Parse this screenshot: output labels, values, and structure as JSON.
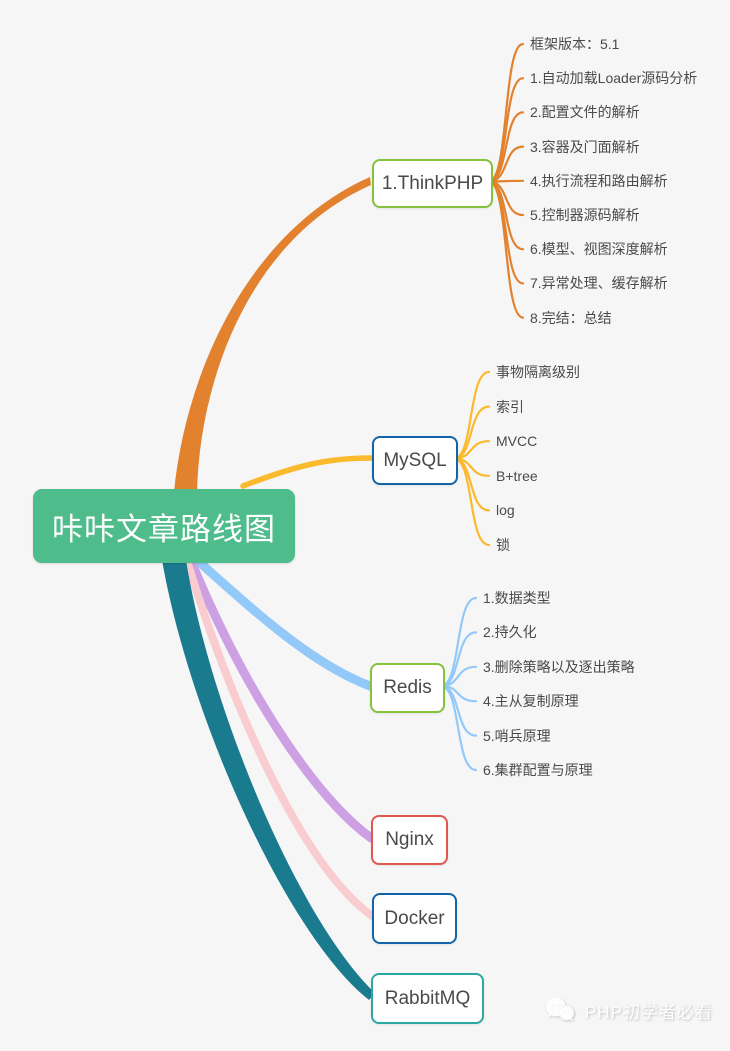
{
  "root": {
    "label": "咔咔文章路线图"
  },
  "branches": [
    {
      "id": "thinkphp",
      "label": "1.ThinkPHP",
      "branch_color": "#e2822e",
      "border_color": "#86c23d",
      "children": [
        "框架版本：5.1",
        "1.自动加载Loader源码分析",
        "2.配置文件的解析",
        "3.容器及门面解析",
        "4.执行流程和路由解析",
        "5.控制器源码解析",
        "6.模型、视图深度解析",
        "7.异常处理、缓存解析",
        "8.完结：总结"
      ]
    },
    {
      "id": "mysql",
      "label": "MySQL",
      "branch_color": "#fbb92c",
      "border_color": "#1365a7",
      "children": [
        "事物隔离级别",
        "索引",
        "MVCC",
        "B+tree",
        "log",
        "锁"
      ]
    },
    {
      "id": "redis",
      "label": "Redis",
      "branch_color": "#93c9f8",
      "border_color": "#86c23d",
      "children": [
        "1.数据类型",
        "2.持久化",
        "3.删除策略以及逐出策略",
        "4.主从复制原理",
        "5.哨兵原理",
        "6.集群配置与原理"
      ]
    },
    {
      "id": "nginx",
      "label": "Nginx",
      "branch_color": "#cda0e4",
      "border_color": "#e2574c",
      "children": []
    },
    {
      "id": "docker",
      "label": "Docker",
      "branch_color": "#f9cdd0",
      "border_color": "#1365a7",
      "children": []
    },
    {
      "id": "rabbitmq",
      "label": "RabbitMQ",
      "branch_color": "#1a7a8e",
      "border_color": "#2ba8a2",
      "children": []
    }
  ],
  "watermark": {
    "label": "PHP初学者必看",
    "icon": "wechat-icon"
  },
  "colors": {
    "background": "#f6f6f7",
    "root_bg": "#4ebd8b",
    "root_text": "#ffffff",
    "node_text": "#4a4a4a",
    "child_text": "#4a4a4a",
    "watermark_text": "#ffffff"
  }
}
